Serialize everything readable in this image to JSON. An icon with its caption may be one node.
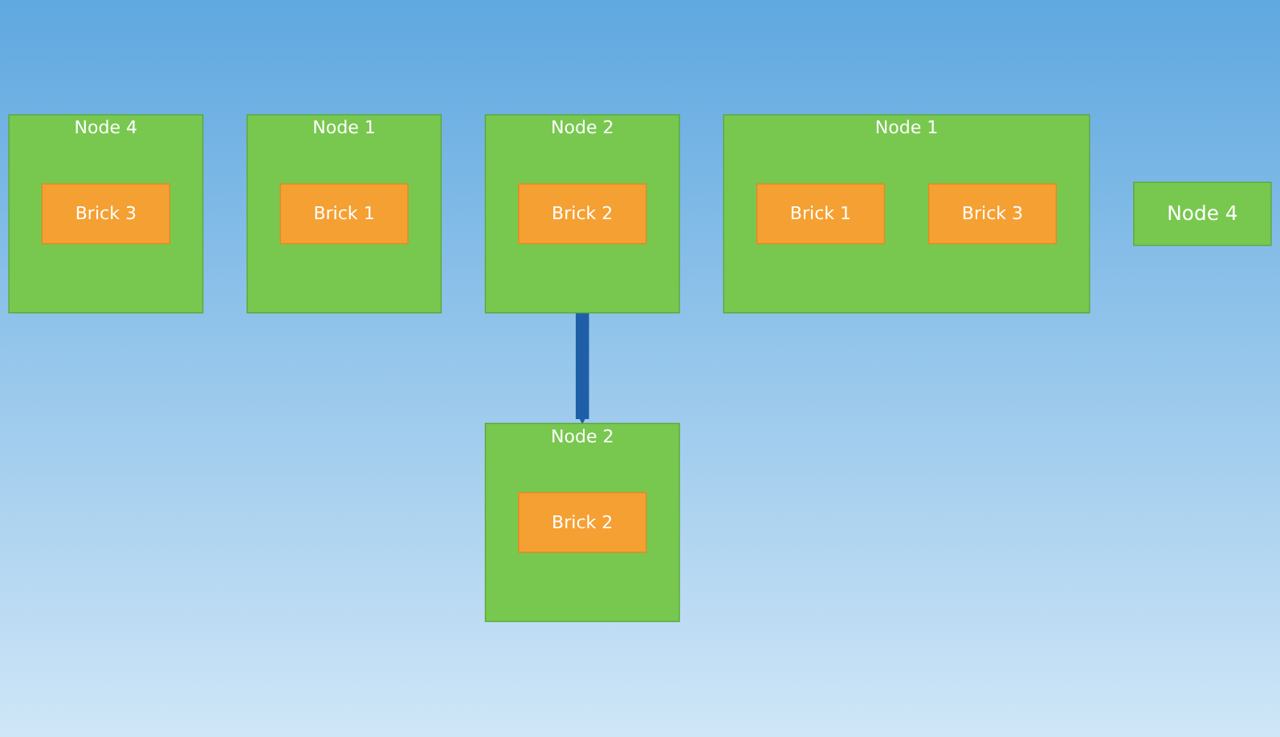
{
  "diagram": {
    "nodes": [
      {
        "text": [
          "Node 1"
        ]
      },
      {
        "text": [
          "Brick 1"
        ],
        "in": 0
      },
      {
        "text": [
          "Brick 3"
        ],
        "in": 0
      },
      {
        "text": [
          "Node 2"
        ]
      },
      {
        "text": [
          "Brick 2"
        ],
        "in": 3
      },
      {
        "text": [
          "Node 4"
        ]
      },
      {
        "text": [
          "Node 1"
        ]
      },
      {
        "text": [
          "Brick 1"
        ],
        "in": 6
      },
      {
        "text": [
          "Node 2"
        ]
      },
      {
        "text": [
          "Brick 2"
        ],
        "in": 8
      },
      {
        "text": [
          "Node 4"
        ]
      },
      {
        "text": [
          "Brick 3"
        ],
        "in": 10
      }
    ],
    "edges": [
      {
        "from": 3,
        "to": 8,
        "arrow": "to",
        "color": "#1f5fa8"
      }
    ]
  }
}
